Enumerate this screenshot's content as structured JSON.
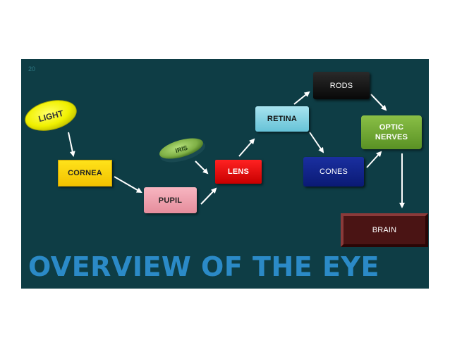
{
  "slide": {
    "number": "20",
    "title": "OVERVIEW OF THE EYE"
  },
  "nodes": {
    "light": "LIGHT",
    "cornea": "CORNEA",
    "iris": "IRIS",
    "pupil": "PUPIL",
    "lens": "LENS",
    "retina": "RETINA",
    "rods": "RODS",
    "cones": "CONES",
    "optic_line1": "OPTIC",
    "optic_line2": "NERVES",
    "brain": "BRAIN"
  },
  "colors": {
    "background": "#0e3d45",
    "cornea": "#ffd80a",
    "pupil": "#f2a0ae",
    "lens": "#e00000",
    "retina": "#86d3e3",
    "rods": "#111111",
    "cones": "#0f2488",
    "optic_nerves": "#71a833",
    "brain": "#4a1414",
    "title": "#2b8ac7"
  }
}
